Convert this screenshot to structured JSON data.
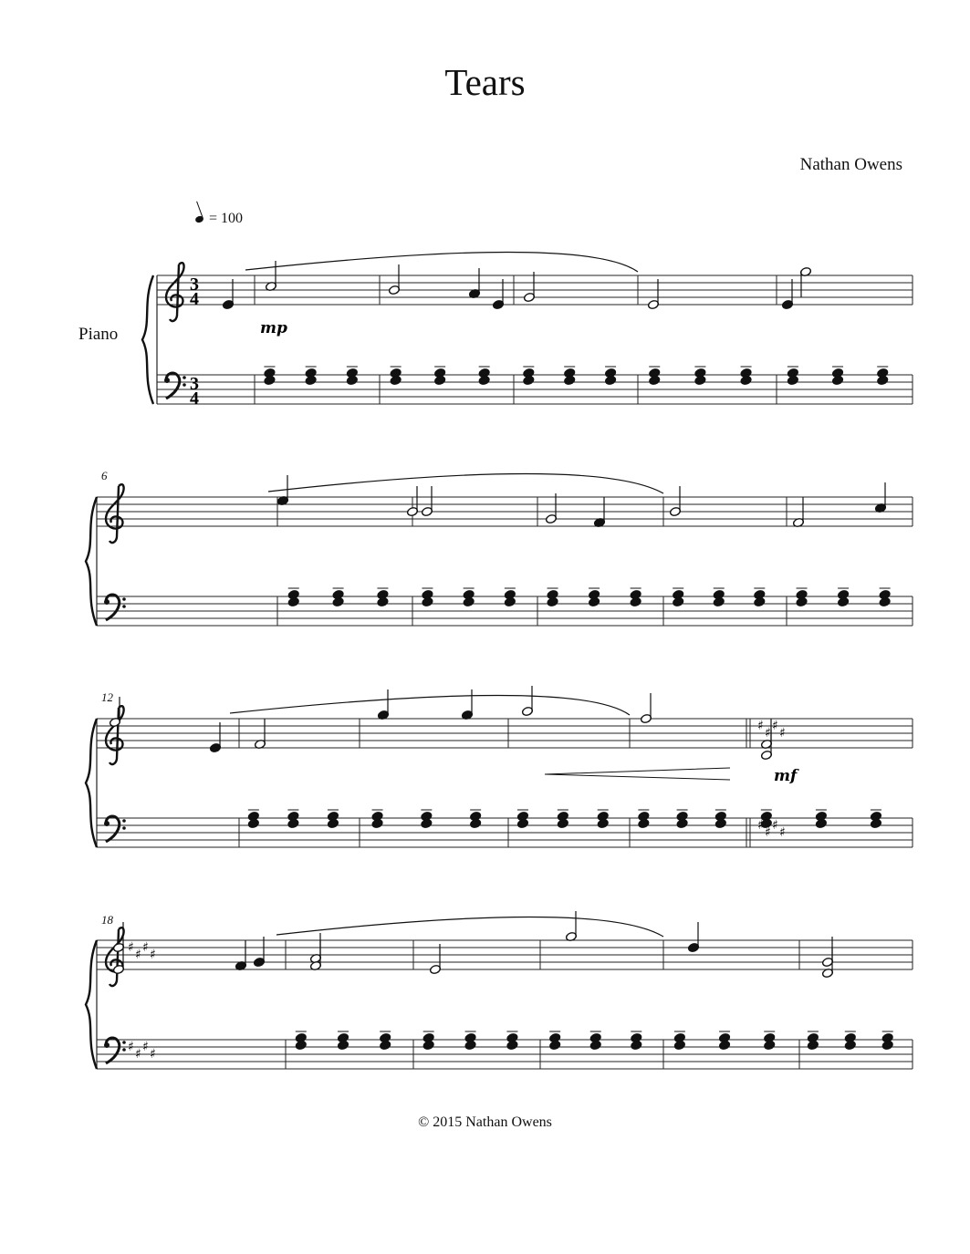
{
  "title": "Tears",
  "composer": "Nathan Owens",
  "instrument": "Piano",
  "tempo": {
    "value": "= 100"
  },
  "copyright": "© 2015 Nathan Owens",
  "time_signature": "3/4",
  "dynamics": [
    "mp",
    "mf"
  ],
  "measure_numbers": [
    "6",
    "12",
    "18"
  ],
  "key_change": {
    "at_measure": 17,
    "sharps": 4
  }
}
